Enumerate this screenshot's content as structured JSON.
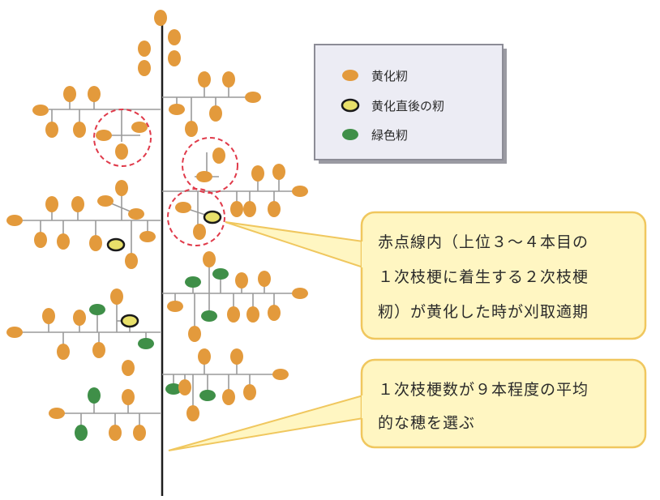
{
  "legend": {
    "items": [
      {
        "label": "黄化籾",
        "color": "#E39A3C"
      },
      {
        "label": "黄化直後の籾",
        "color": "#E8E06A"
      },
      {
        "label": "緑色籾",
        "color": "#3F8F48"
      }
    ]
  },
  "callouts": [
    {
      "lines": [
        "赤点線内（上位３～４本目の",
        "１次枝梗に着生する２次枝梗",
        "籾）が黄化した時が刈取適期"
      ]
    },
    {
      "lines": [
        "１次枝梗数が９本程度の平均",
        "的な穂を選ぶ"
      ]
    }
  ],
  "colors": {
    "yellowed_grain": "#E39A3C",
    "just_yellowed_grain": "#E8E06A",
    "green_grain": "#3F8F48",
    "highlight_circle": "#E03A4A",
    "callout_fill": "#FFF6C2",
    "callout_border": "#F0C75E",
    "legend_fill": "#ECECF4",
    "legend_border": "#8C8C96"
  }
}
